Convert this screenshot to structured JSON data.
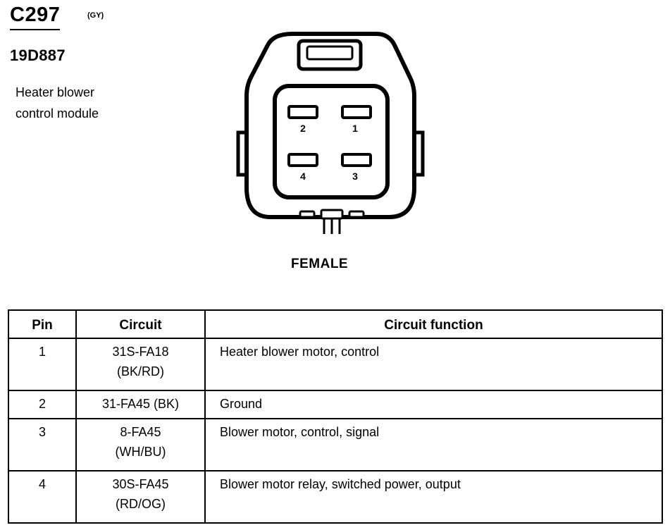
{
  "connector": {
    "id": "C297",
    "color_code": "(GY)",
    "part_number": "19D887",
    "description_lines": [
      "Heater blower",
      "control module"
    ],
    "gender": "FEMALE"
  },
  "diagram": {
    "pin_labels": {
      "p1": "1",
      "p2": "2",
      "p3": "3",
      "p4": "4"
    }
  },
  "table": {
    "headers": {
      "pin": "Pin",
      "circuit": "Circuit",
      "function": "Circuit function"
    },
    "rows": [
      {
        "pin": "1",
        "circuit_lines": [
          "31S-FA18",
          "(BK/RD)"
        ],
        "function": "Heater blower motor, control"
      },
      {
        "pin": "2",
        "circuit_lines": [
          "31-FA45 (BK)"
        ],
        "function": "Ground"
      },
      {
        "pin": "3",
        "circuit_lines": [
          "8-FA45",
          "(WH/BU)"
        ],
        "function": "Blower motor, control, signal"
      },
      {
        "pin": "4",
        "circuit_lines": [
          "30S-FA45",
          "(RD/OG)"
        ],
        "function": "Blower motor relay, switched power, output"
      }
    ]
  }
}
